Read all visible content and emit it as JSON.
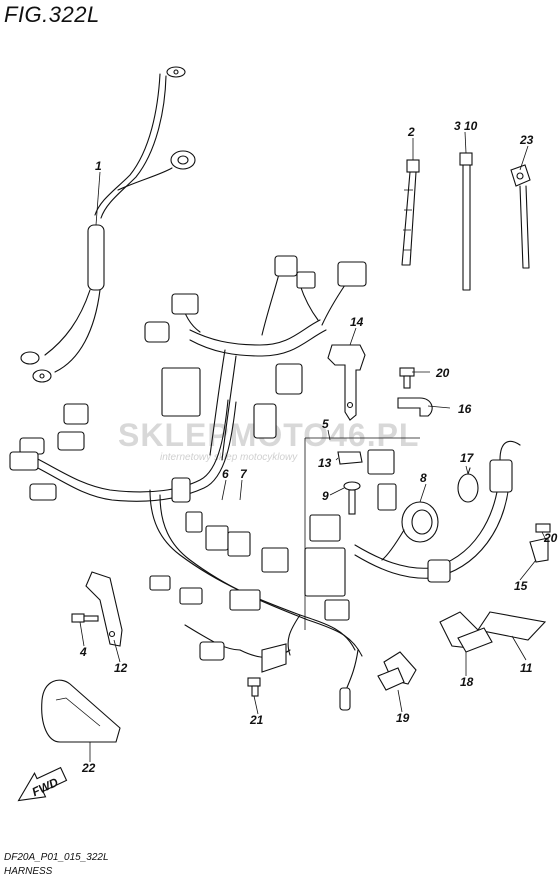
{
  "figure": {
    "title": "FIG.322L"
  },
  "footer": {
    "code": "DF20A_P01_015_322L",
    "name": "HARNESS"
  },
  "watermark": {
    "main": "SKLEPMOTO46.PL",
    "sub": "internetowy sklep motocyklowy"
  },
  "fwd_label": "FWD",
  "callouts": [
    "1",
    "2",
    "3 10",
    "23",
    "14",
    "20",
    "16",
    "5",
    "13",
    "9",
    "8",
    "17",
    "6",
    "7",
    "20",
    "15",
    "11",
    "4",
    "12",
    "18",
    "19",
    "21",
    "22"
  ]
}
